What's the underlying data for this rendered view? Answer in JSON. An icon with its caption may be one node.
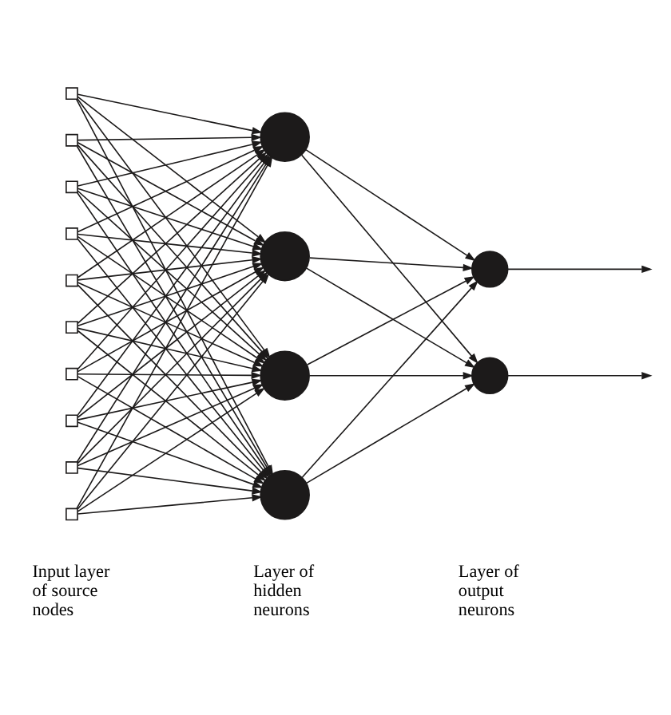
{
  "diagram": {
    "nodes": [
      {
        "text": [],
        "shape": "box"
      },
      {
        "text": [],
        "shape": "box"
      },
      {
        "text": [],
        "shape": "box"
      },
      {
        "text": [],
        "shape": "box"
      },
      {
        "text": [],
        "shape": "box"
      },
      {
        "text": [],
        "shape": "box"
      },
      {
        "text": [],
        "shape": "box"
      },
      {
        "text": [],
        "shape": "box"
      },
      {
        "text": [],
        "shape": "box"
      },
      {
        "text": [],
        "shape": "box"
      },
      {
        "text": [],
        "shape": "circle"
      },
      {
        "text": [],
        "shape": "circle"
      },
      {
        "text": [],
        "shape": "circle"
      },
      {
        "text": [],
        "shape": "circle"
      },
      {
        "text": [],
        "shape": "circle"
      },
      {
        "text": [],
        "shape": "circle"
      }
    ],
    "edges": [
      {
        "from": 0,
        "to": 10,
        "arrow": "to"
      },
      {
        "from": 0,
        "to": 11,
        "arrow": "to"
      },
      {
        "from": 0,
        "to": 12,
        "arrow": "to"
      },
      {
        "from": 0,
        "to": 13,
        "arrow": "to"
      },
      {
        "from": 1,
        "to": 10,
        "arrow": "to"
      },
      {
        "from": 1,
        "to": 11,
        "arrow": "to"
      },
      {
        "from": 1,
        "to": 12,
        "arrow": "to"
      },
      {
        "from": 1,
        "to": 13,
        "arrow": "to"
      },
      {
        "from": 2,
        "to": 10,
        "arrow": "to"
      },
      {
        "from": 2,
        "to": 11,
        "arrow": "to"
      },
      {
        "from": 2,
        "to": 12,
        "arrow": "to"
      },
      {
        "from": 2,
        "to": 13,
        "arrow": "to"
      },
      {
        "from": 3,
        "to": 10,
        "arrow": "to"
      },
      {
        "from": 3,
        "to": 11,
        "arrow": "to"
      },
      {
        "from": 3,
        "to": 12,
        "arrow": "to"
      },
      {
        "from": 3,
        "to": 13,
        "arrow": "to"
      },
      {
        "from": 4,
        "to": 10,
        "arrow": "to"
      },
      {
        "from": 4,
        "to": 11,
        "arrow": "to"
      },
      {
        "from": 4,
        "to": 12,
        "arrow": "to"
      },
      {
        "from": 4,
        "to": 13,
        "arrow": "to"
      },
      {
        "from": 5,
        "to": 10,
        "arrow": "to"
      },
      {
        "from": 5,
        "to": 11,
        "arrow": "to"
      },
      {
        "from": 5,
        "to": 12,
        "arrow": "to"
      },
      {
        "from": 5,
        "to": 13,
        "arrow": "to"
      },
      {
        "from": 6,
        "to": 10,
        "arrow": "to"
      },
      {
        "from": 6,
        "to": 11,
        "arrow": "to"
      },
      {
        "from": 6,
        "to": 12,
        "arrow": "to"
      },
      {
        "from": 6,
        "to": 13,
        "arrow": "to"
      },
      {
        "from": 7,
        "to": 10,
        "arrow": "to"
      },
      {
        "from": 7,
        "to": 11,
        "arrow": "to"
      },
      {
        "from": 7,
        "to": 12,
        "arrow": "to"
      },
      {
        "from": 7,
        "to": 13,
        "arrow": "to"
      },
      {
        "from": 8,
        "to": 10,
        "arrow": "to"
      },
      {
        "from": 8,
        "to": 11,
        "arrow": "to"
      },
      {
        "from": 8,
        "to": 12,
        "arrow": "to"
      },
      {
        "from": 8,
        "to": 13,
        "arrow": "to"
      },
      {
        "from": 9,
        "to": 10,
        "arrow": "to"
      },
      {
        "from": 9,
        "to": 11,
        "arrow": "to"
      },
      {
        "from": 9,
        "to": 12,
        "arrow": "to"
      },
      {
        "from": 9,
        "to": 13,
        "arrow": "to"
      },
      {
        "from": 10,
        "to": 14,
        "arrow": "to"
      },
      {
        "from": 10,
        "to": 15,
        "arrow": "to"
      },
      {
        "from": 11,
        "to": 14,
        "arrow": "to"
      },
      {
        "from": 11,
        "to": 15,
        "arrow": "to"
      },
      {
        "from": 12,
        "to": 14,
        "arrow": "to"
      },
      {
        "from": 12,
        "to": 15,
        "arrow": "to"
      },
      {
        "from": 13,
        "to": 14,
        "arrow": "to"
      },
      {
        "from": 13,
        "to": 15,
        "arrow": "to"
      },
      {
        "from": 14,
        "to": null,
        "arrow": "to"
      },
      {
        "from": 15,
        "to": null,
        "arrow": "to"
      }
    ],
    "labels": [
      "Input layer of source nodes",
      "Layer of hidden neurons",
      "Layer of output neurons"
    ]
  }
}
